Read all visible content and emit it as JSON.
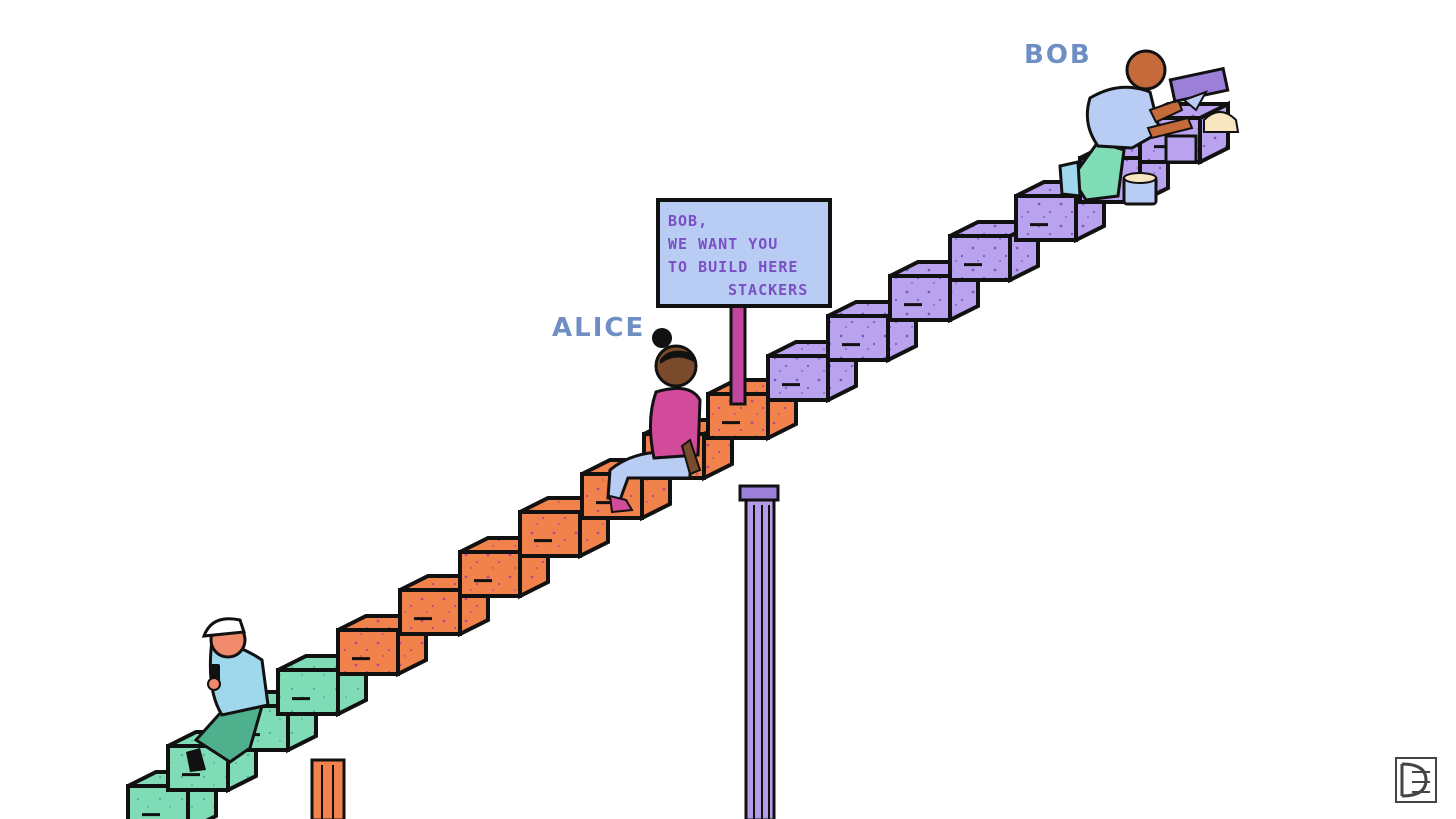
{
  "labels": {
    "alice": "ALICE",
    "bob": "BOB"
  },
  "sign": {
    "line1": "BOB,",
    "line2": "WE WANT YOU",
    "line3": "TO BUILD HERE",
    "line4": "STACKERS"
  },
  "colors": {
    "green_steps": "#7fdcb6",
    "orange_steps": "#f2824c",
    "purple_steps": "#b9a2ee",
    "pillar_purple": "#b59ce6",
    "sign_board": "#b9ccf4",
    "label_blue": "#6f8fc4"
  },
  "icons": {
    "logo": "publisher-monogram-icon"
  }
}
